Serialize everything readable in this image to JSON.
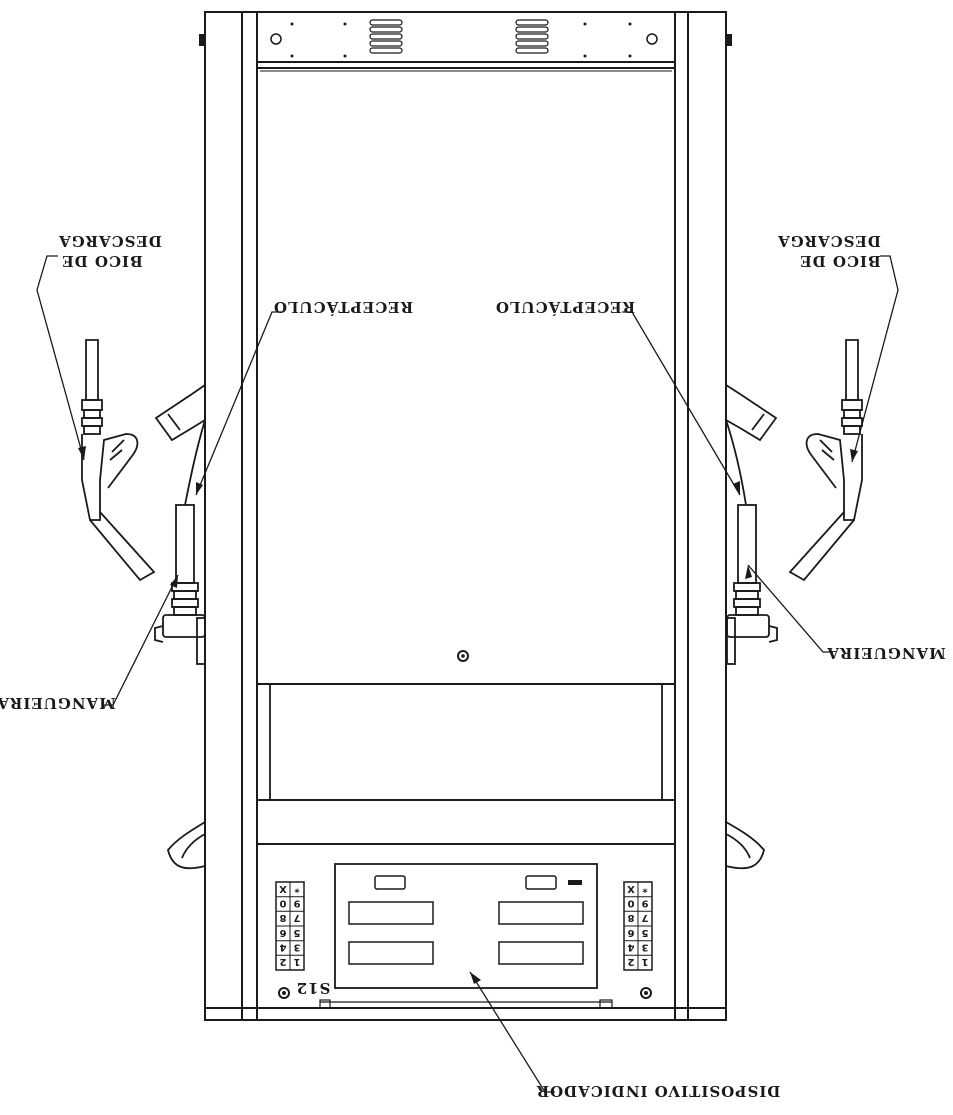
{
  "callouts": {
    "nozzle_left_line1": "DESCARGA",
    "nozzle_left_line2": "BICO DE",
    "nozzle_right_line1": "DESCARGA",
    "nozzle_right_line2": "BICO DE",
    "receptacle_left": "RECEPTÁCULO",
    "receptacle_right": "RECEPTÁCULO",
    "hose_left": "MANGUEIRA",
    "hose_right": "MANGUEIRA",
    "indicator_device": "DISPOSITIVO INDICADOR",
    "model_label": "S12"
  },
  "keypad": {
    "keys": [
      "1",
      "2",
      "3",
      "4",
      "5",
      "6",
      "7",
      "8",
      "9",
      "0",
      "*",
      "X"
    ]
  },
  "colors": {
    "ink": "#1a1a1a",
    "paper": "#ffffff"
  }
}
